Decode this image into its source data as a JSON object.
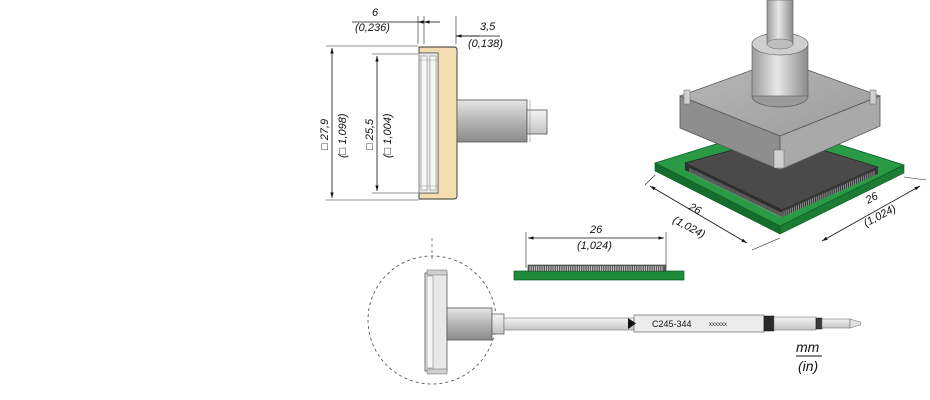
{
  "side_view": {
    "top_width_mm": "6",
    "top_width_in": "(0,236)",
    "tip_offset_mm": "3,5",
    "tip_offset_in": "(0,138)",
    "outer_size_mm": "□ 27,9",
    "outer_size_in": "(□ 1,098)",
    "inner_size_mm": "□ 25,5",
    "inner_size_in": "(□ 1,004)"
  },
  "chip_view": {
    "width_mm": "26",
    "width_in": "(1,024)"
  },
  "iso_view": {
    "left_mm": "26",
    "left_in": "(1,024)",
    "right_mm": "26",
    "right_in": "(1,024)"
  },
  "cartridge": {
    "model": "C245-344",
    "serial": "xxxxxx"
  },
  "units": {
    "primary": "mm",
    "secondary": "(in)"
  },
  "colors": {
    "tip_plate": "#f2dcb0",
    "pcb_green": "#1f8a3a",
    "metal": "#c8c8c8"
  }
}
